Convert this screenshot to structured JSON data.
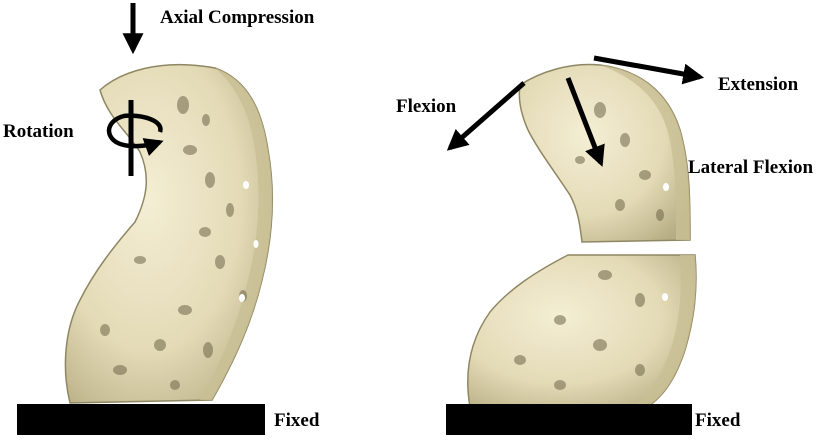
{
  "colors": {
    "bone": "#e8e0bf",
    "bone_shadow": "#a89f78",
    "bone_dark": "#6e6648",
    "ink": "#000000",
    "background": "#ffffff"
  },
  "left_panel": {
    "labels": {
      "axial_compression": "Axial Compression",
      "rotation": "Rotation",
      "fixed": "Fixed"
    },
    "icons": [
      "down-arrow-icon",
      "rotation-arrow-icon"
    ]
  },
  "right_panel": {
    "labels": {
      "flexion": "Flexion",
      "extension": "Extension",
      "lateral_flexion": "Lateral Flexion",
      "fixed": "Fixed"
    },
    "icons": [
      "flexion-arrow-icon",
      "extension-arrow-icon",
      "lateral-flexion-arrow-icon"
    ]
  }
}
